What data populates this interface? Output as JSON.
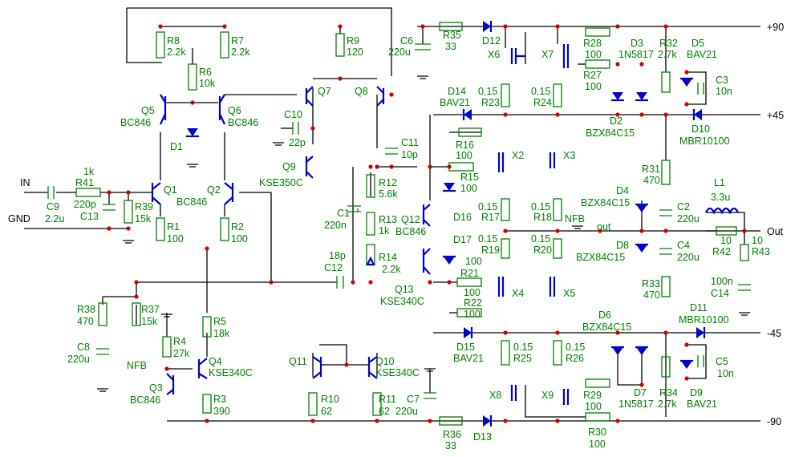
{
  "rails": {
    "p90": "+90",
    "p45": "+45",
    "m45": "-45",
    "m90": "-90",
    "out": "Out",
    "in": "IN",
    "gnd": "GND",
    "nfb1": "NFB",
    "nfb2": "NFB",
    "out_small": "out"
  },
  "parts": {
    "R8": [
      "R8",
      "2.2k"
    ],
    "R7": [
      "R7",
      "2.2k"
    ],
    "R6": [
      "R6",
      "10k"
    ],
    "R9": [
      "R9",
      "120"
    ],
    "R35": [
      "R35",
      "33"
    ],
    "R28": [
      "R28",
      "100"
    ],
    "R27": [
      "R27",
      "100"
    ],
    "R32": [
      "R32",
      "2.7k"
    ],
    "R23": [
      "0.15",
      "R23"
    ],
    "R24": [
      "0.15",
      "R24"
    ],
    "R16": [
      "R16",
      "100"
    ],
    "R15": [
      "R15",
      "100"
    ],
    "R12": [
      "R12",
      "5.6k"
    ],
    "R13": [
      "R13",
      "1k"
    ],
    "R14": [
      "R14",
      "2.2k"
    ],
    "R17": [
      "0.15",
      "R17"
    ],
    "R18": [
      "0.15",
      "R18"
    ],
    "R19": [
      "0.15",
      "R19"
    ],
    "R20": [
      "0.15",
      "R20"
    ],
    "R21": [
      "R21",
      "100"
    ],
    "R22": [
      "R22",
      "100"
    ],
    "R31": [
      "R31",
      "470"
    ],
    "R33": [
      "R33",
      "470"
    ],
    "R41": [
      "1k",
      "R41"
    ],
    "R39": [
      "R39",
      "15k"
    ],
    "R1": [
      "R1",
      "100"
    ],
    "R2": [
      "R2",
      "100"
    ],
    "R38": [
      "R38",
      "470"
    ],
    "R37": [
      "R37",
      "15k"
    ],
    "R5": [
      "R5",
      "18k"
    ],
    "R4": [
      "R4",
      "27k"
    ],
    "R3": [
      "R3",
      "390"
    ],
    "R10": [
      "R10",
      "62"
    ],
    "R11": [
      "R11",
      "62"
    ],
    "R25": [
      "0.15",
      "R25"
    ],
    "R26": [
      "0.15",
      "R26"
    ],
    "R29": [
      "R29",
      "100"
    ],
    "R30": [
      "R30",
      "100"
    ],
    "R34": [
      "R34",
      "2.7k"
    ],
    "R36": [
      "R36",
      "33"
    ],
    "R42": [
      "10",
      "R42"
    ],
    "R43": [
      "10",
      "R43"
    ],
    "C6": [
      "C6",
      "220u"
    ],
    "C10": [
      "C10",
      "22p"
    ],
    "C11": [
      "C11",
      "10p"
    ],
    "C1": [
      "C1",
      "220n"
    ],
    "C12": [
      "18p",
      "C12"
    ],
    "C9": [
      "C9",
      "2.2u"
    ],
    "C13": [
      "220p",
      "C13"
    ],
    "C8": [
      "C8",
      "220u"
    ],
    "C7": [
      "C7",
      "220u"
    ],
    "C3": [
      "C3",
      "10n"
    ],
    "C2": [
      "C2",
      "220u"
    ],
    "C4": [
      "C4",
      "220u"
    ],
    "C14": [
      "100n",
      "C14"
    ],
    "C5": [
      "C5",
      "10n"
    ],
    "L1": [
      "L1",
      "3.3u"
    ],
    "Q5": [
      "Q5",
      "BC846"
    ],
    "Q6": [
      "Q6",
      "BC846"
    ],
    "Q1": [
      "Q1",
      ""
    ],
    "Q2": [
      "Q2",
      "BC846"
    ],
    "Q7": [
      "Q7",
      ""
    ],
    "Q8": [
      "Q8",
      ""
    ],
    "Q9": [
      "Q9",
      "KSE350C"
    ],
    "Q12": [
      "Q12",
      "BC846"
    ],
    "Q13": [
      "Q13",
      "KSE340C"
    ],
    "Q4": [
      "Q4",
      "KSE340C"
    ],
    "Q3": [
      "Q3",
      "BC846"
    ],
    "Q11": [
      "Q11",
      ""
    ],
    "Q10": [
      "Q10",
      "KSE340C"
    ],
    "X6": [
      "X6"
    ],
    "X7": [
      "X7"
    ],
    "X2": [
      "X2"
    ],
    "X3": [
      "X3"
    ],
    "X4": [
      "X4"
    ],
    "X5": [
      "X5"
    ],
    "X8": [
      "X8"
    ],
    "X9": [
      "X9"
    ],
    "D1": [
      "D1"
    ],
    "D12": [
      "D12"
    ],
    "D13": [
      "D13"
    ],
    "D14": [
      "D14",
      "BAV21"
    ],
    "D15": [
      "D15",
      "BAV21"
    ],
    "D16": [
      "D16"
    ],
    "D17": [
      "D17",
      "100"
    ],
    "D3": [
      "D3",
      "1N5817"
    ],
    "D2": [
      "D2",
      "BZX84C15"
    ],
    "D5": [
      "D5",
      "BAV21"
    ],
    "D10": [
      "D10",
      "MBR10100"
    ],
    "D4": [
      "D4",
      "BZX84C15"
    ],
    "D8": [
      "D8",
      "BZX84C15"
    ],
    "D11": [
      "D11",
      "MBR10100"
    ],
    "D6": [
      "D6",
      "BZX84C15"
    ],
    "D7": [
      "D7",
      "1N5817"
    ],
    "D9": [
      "D9",
      "BAV21"
    ]
  }
}
